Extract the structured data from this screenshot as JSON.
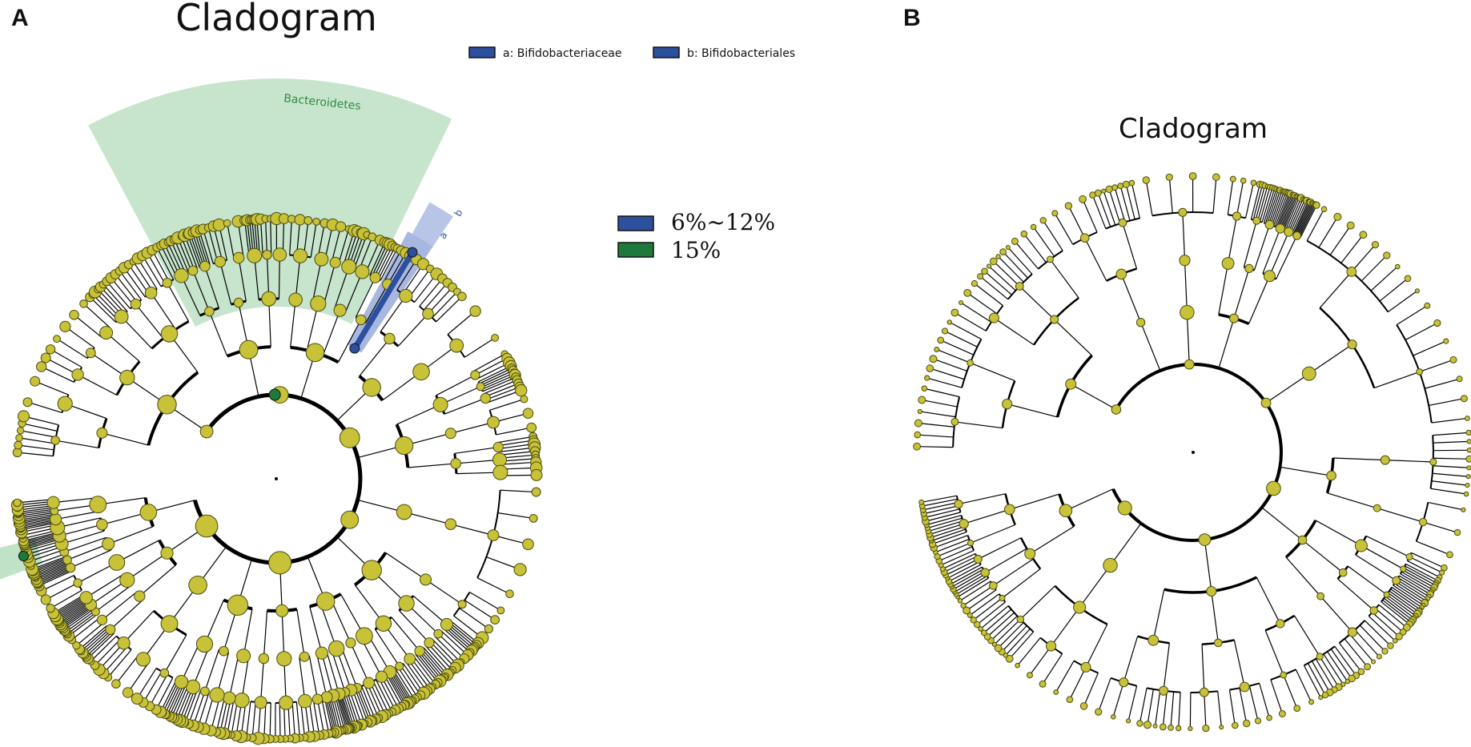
{
  "panels": [
    {
      "letter": "A",
      "title": "Cladogram",
      "legend_top": [
        {
          "label": "a: Bifidobacteriaceae",
          "color": "#2c4f9e"
        },
        {
          "label": "b: Bifidobacteriales",
          "color": "#2c4f9e"
        }
      ],
      "legend_right": [
        {
          "label": "6%~12%",
          "color": "#2c4f9e"
        },
        {
          "label": "15%",
          "color": "#1e7a3c"
        }
      ],
      "clade_labels": {
        "phylum": "Bacteroidetes",
        "a": "a",
        "b": "b"
      }
    },
    {
      "letter": "B",
      "title": "Cladogram"
    }
  ],
  "colors": {
    "node": "#c8c238",
    "node_stroke": "#4a4a10",
    "branch": "#000000",
    "green_sector": "#b9dfc0",
    "green_label": "#2e8b3f",
    "blue_sector": "#8a9fd6",
    "blue_highlight": "#2c4f9e",
    "green_node": "#1e7a3c"
  },
  "icons": [
    "node-circle",
    "clade-sector"
  ]
}
